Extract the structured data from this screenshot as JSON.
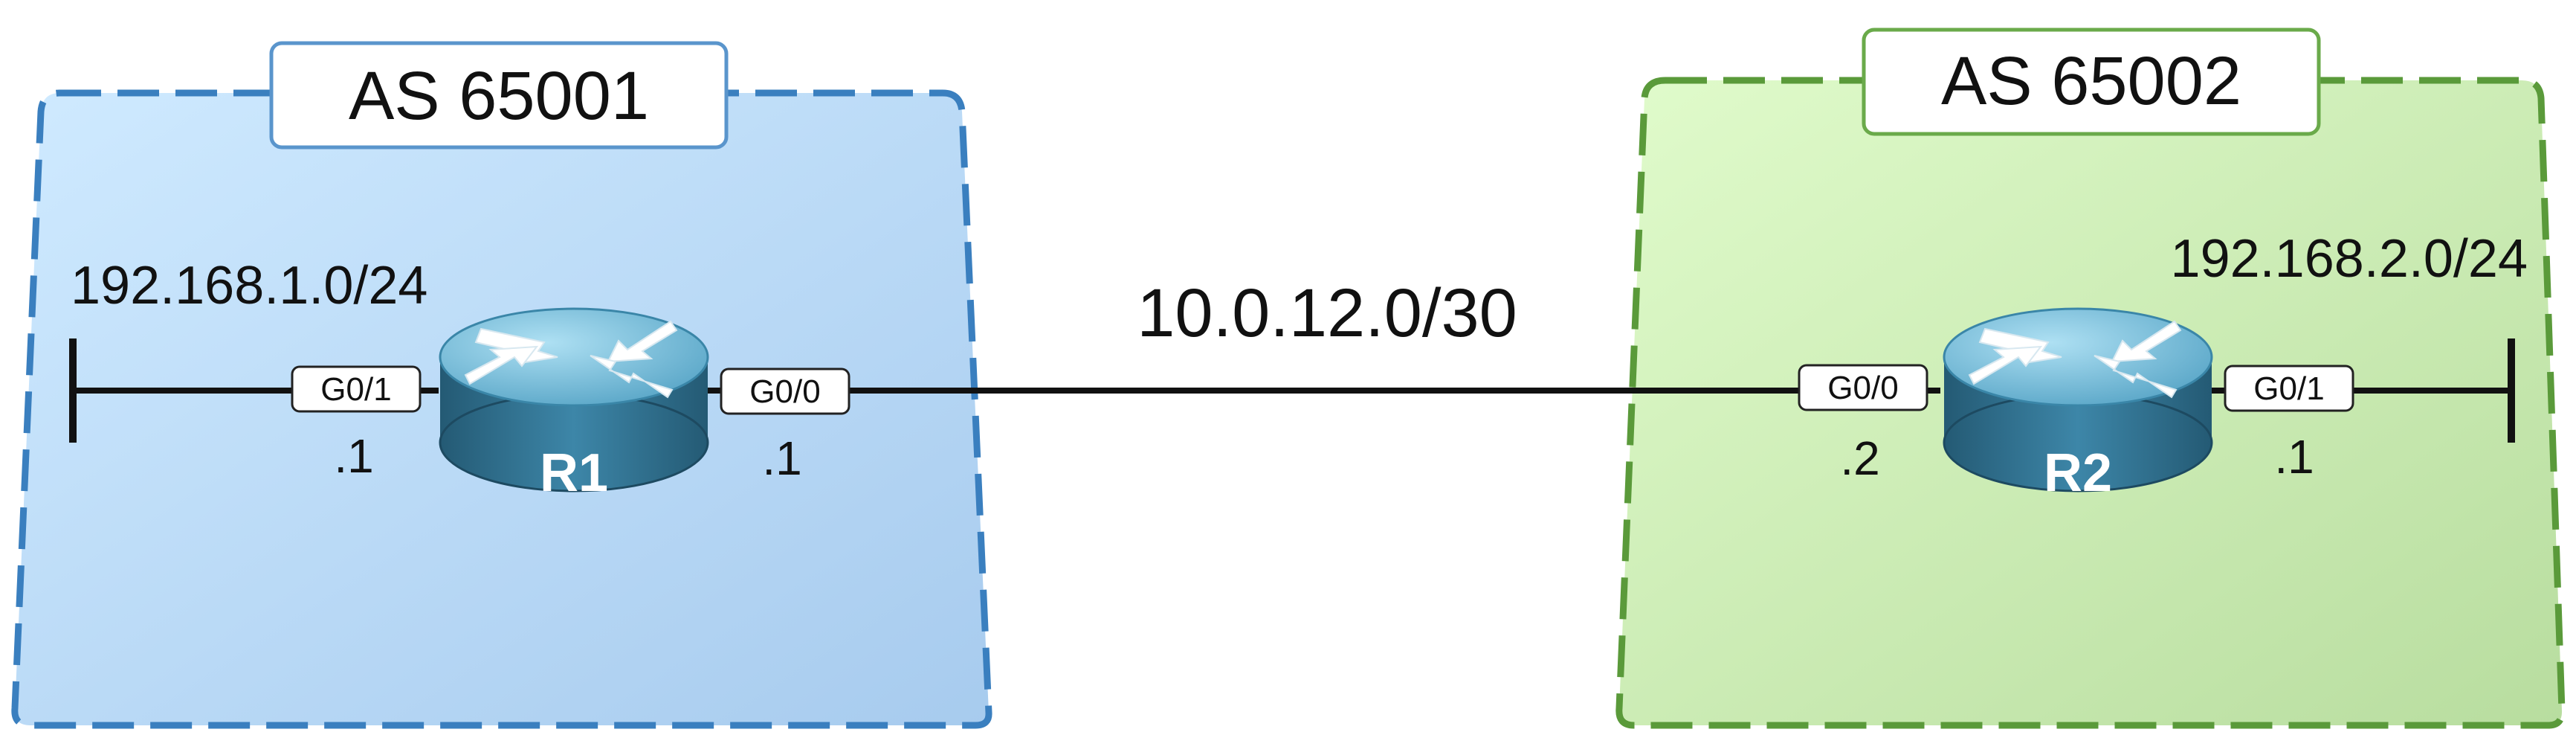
{
  "as_left": {
    "title": "AS 65001",
    "color": "#3a7fbf",
    "fill_from": "#cce9ff",
    "fill_to": "#a9cdef"
  },
  "as_right": {
    "title": "AS 65002",
    "color": "#5a9a3a",
    "fill_from": "#dcf9c8",
    "fill_to": "#b9dea0"
  },
  "transit_subnet": "10.0.12.0/30",
  "r1": {
    "name": "R1",
    "lan_subnet": "192.168.1.0/24",
    "lan_interface": "G0/1",
    "lan_host": ".1",
    "wan_interface": "G0/0",
    "wan_host": ".1"
  },
  "r2": {
    "name": "R2",
    "lan_subnet": "192.168.2.0/24",
    "lan_interface": "G0/1",
    "lan_host": ".1",
    "wan_interface": "G0/0",
    "wan_host": ".2"
  },
  "router_icon": "router-icon",
  "colors": {
    "router_top": "#5fa9c8",
    "router_body": "#2f6f8f",
    "line": "#111111"
  }
}
